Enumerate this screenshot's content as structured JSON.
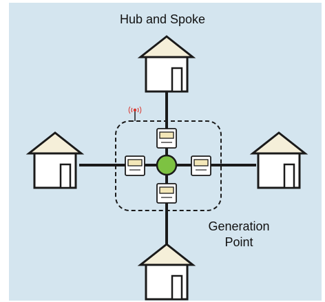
{
  "diagram": {
    "title": "Hub and Spoke",
    "generation_label": {
      "line1": "Generation",
      "line2": "Point"
    },
    "nodes": [
      {
        "id": "house-top",
        "type": "house-icon"
      },
      {
        "id": "house-left",
        "type": "house-icon"
      },
      {
        "id": "house-right",
        "type": "house-icon"
      },
      {
        "id": "house-bottom",
        "type": "house-icon"
      },
      {
        "id": "hub",
        "type": "generation-point"
      },
      {
        "id": "meter-top",
        "type": "meter-icon"
      },
      {
        "id": "meter-left",
        "type": "meter-icon"
      },
      {
        "id": "meter-right",
        "type": "meter-icon"
      },
      {
        "id": "meter-bottom",
        "type": "meter-icon"
      }
    ],
    "edges": [
      {
        "from": "hub",
        "to": "house-top"
      },
      {
        "from": "hub",
        "to": "house-left"
      },
      {
        "from": "hub",
        "to": "house-right"
      },
      {
        "from": "hub",
        "to": "house-bottom"
      }
    ],
    "colors": {
      "background": "#d4e5ef",
      "house_roof": "#f5efd9",
      "house_body": "#ffffff",
      "hub": "#7dc242",
      "meter_screen": "#f3e7b8",
      "antenna": "#d9342b"
    }
  }
}
